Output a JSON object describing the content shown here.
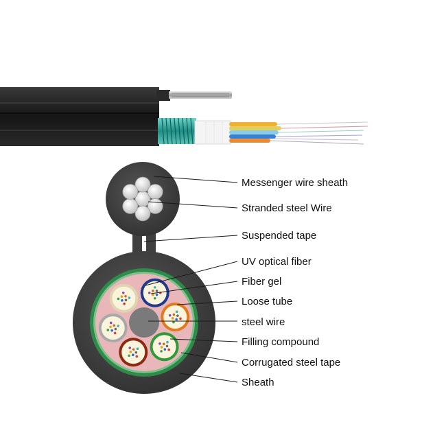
{
  "diagram": {
    "labels": [
      {
        "id": "messenger-wire-sheath",
        "text": "Messenger wire sheath"
      },
      {
        "id": "stranded-steel-wire",
        "text": "Stranded steel Wire"
      },
      {
        "id": "suspended-tape",
        "text": "Suspended tape"
      },
      {
        "id": "uv-optical-fiber",
        "text": "UV optical fiber"
      },
      {
        "id": "fiber-gel",
        "text": "Fiber gel"
      },
      {
        "id": "loose-tube",
        "text": "Loose tube"
      },
      {
        "id": "steel-wire",
        "text": "steel wire"
      },
      {
        "id": "filling-compound",
        "text": "Filling compound"
      },
      {
        "id": "corrugated-steel-tape",
        "text": "Corrugated steel tape"
      },
      {
        "id": "sheath",
        "text": "Sheath"
      }
    ]
  },
  "colors": {
    "sheath": "#3b3b3b",
    "corrugated_tape": "#2e8b4a",
    "filling_compound": "#e9b6ba",
    "central_wire": "#777777",
    "messenger_wire": "#d6d6d6",
    "tube_borders": [
      "#1f3a8a",
      "#e07a1c",
      "#2e9a3a",
      "#8a2a12",
      "#a8a8a8",
      "#e0d5b0"
    ]
  }
}
